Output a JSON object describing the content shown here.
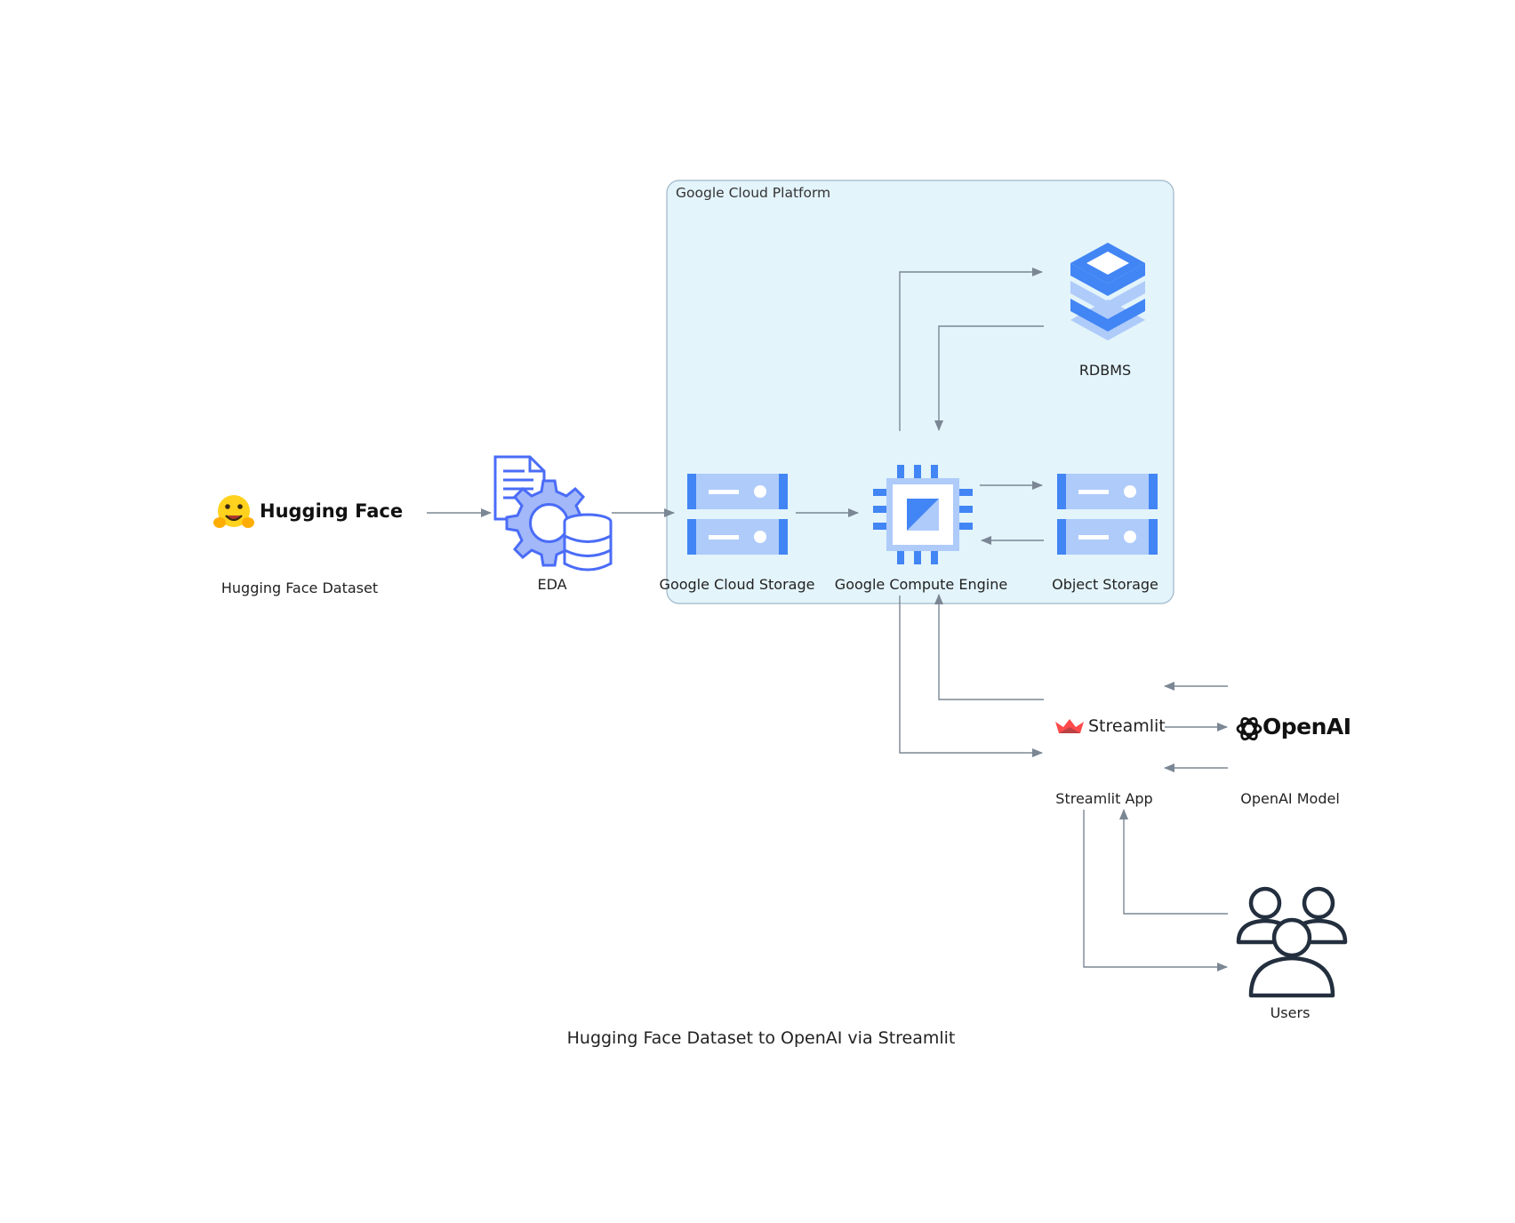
{
  "diagram": {
    "caption": "Hugging Face Dataset to OpenAI via Streamlit",
    "cluster": {
      "label": "Google Cloud Platform"
    },
    "nodes": {
      "huggingface": {
        "label": "Hugging Face Dataset",
        "logo_text": "Hugging Face",
        "icon": "hugging-face-logo"
      },
      "eda": {
        "label": "EDA",
        "icon": "document-gear-database-icon"
      },
      "gcs": {
        "label": "Google Cloud Storage",
        "icon": "server-storage-icon"
      },
      "gce": {
        "label": "Google Compute Engine",
        "icon": "cpu-chip-icon"
      },
      "rdbms": {
        "label": "RDBMS",
        "icon": "database-stack-icon"
      },
      "object_storage": {
        "label": "Object Storage",
        "icon": "server-storage-icon"
      },
      "streamlit": {
        "label": "Streamlit App",
        "logo_text": "Streamlit",
        "icon": "streamlit-logo"
      },
      "openai": {
        "label": "OpenAI Model",
        "logo_text": "OpenAI",
        "icon": "openai-logo"
      },
      "users": {
        "label": "Users",
        "icon": "users-group-icon"
      }
    },
    "edges": [
      {
        "from": "Hugging Face Dataset",
        "to": "EDA"
      },
      {
        "from": "EDA",
        "to": "Google Cloud Storage"
      },
      {
        "from": "Google Cloud Storage",
        "to": "Google Compute Engine"
      },
      {
        "from": "Google Compute Engine",
        "to": "RDBMS"
      },
      {
        "from": "RDBMS",
        "to": "Google Compute Engine"
      },
      {
        "from": "Google Compute Engine",
        "to": "Object Storage"
      },
      {
        "from": "Object Storage",
        "to": "Google Compute Engine"
      },
      {
        "from": "Google Compute Engine",
        "to": "Streamlit App"
      },
      {
        "from": "Streamlit App",
        "to": "Google Compute Engine"
      },
      {
        "from": "Streamlit App",
        "to": "OpenAI Model"
      },
      {
        "from": "OpenAI Model",
        "to": "Streamlit App"
      },
      {
        "from": "Streamlit App",
        "to": "Users"
      },
      {
        "from": "Users",
        "to": "Streamlit App"
      }
    ],
    "colors": {
      "cluster_fill": "#e3f4fb",
      "cluster_border": "#9fb6c8",
      "edge": "#7b8794",
      "gcp_blue_dark": "#4285f4",
      "gcp_blue_light": "#aecbfa",
      "streamlit_red": "#ff4b4b",
      "users_navy": "#232f3e"
    }
  }
}
